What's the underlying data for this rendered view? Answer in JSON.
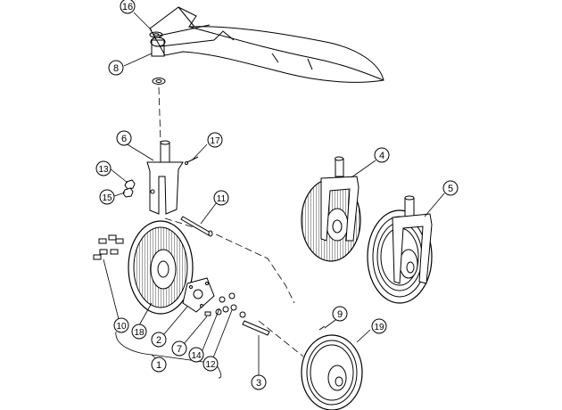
{
  "diagram": {
    "callouts": [
      {
        "id": "c16",
        "label": "16"
      },
      {
        "id": "c8",
        "label": "8"
      },
      {
        "id": "c6",
        "label": "6"
      },
      {
        "id": "c17",
        "label": "17"
      },
      {
        "id": "c13",
        "label": "13"
      },
      {
        "id": "c15",
        "label": "15"
      },
      {
        "id": "c11",
        "label": "11"
      },
      {
        "id": "c4",
        "label": "4"
      },
      {
        "id": "c5",
        "label": "5"
      },
      {
        "id": "c10",
        "label": "10"
      },
      {
        "id": "c18",
        "label": "18"
      },
      {
        "id": "c2",
        "label": "2"
      },
      {
        "id": "c7",
        "label": "7"
      },
      {
        "id": "c14",
        "label": "14"
      },
      {
        "id": "c12",
        "label": "12"
      },
      {
        "id": "c1",
        "label": "1"
      },
      {
        "id": "c3",
        "label": "3"
      },
      {
        "id": "c9",
        "label": "9"
      },
      {
        "id": "c19",
        "label": "19"
      }
    ],
    "colors": {
      "line": "#000000",
      "tread": "#444444",
      "background": "#ffffff"
    }
  }
}
